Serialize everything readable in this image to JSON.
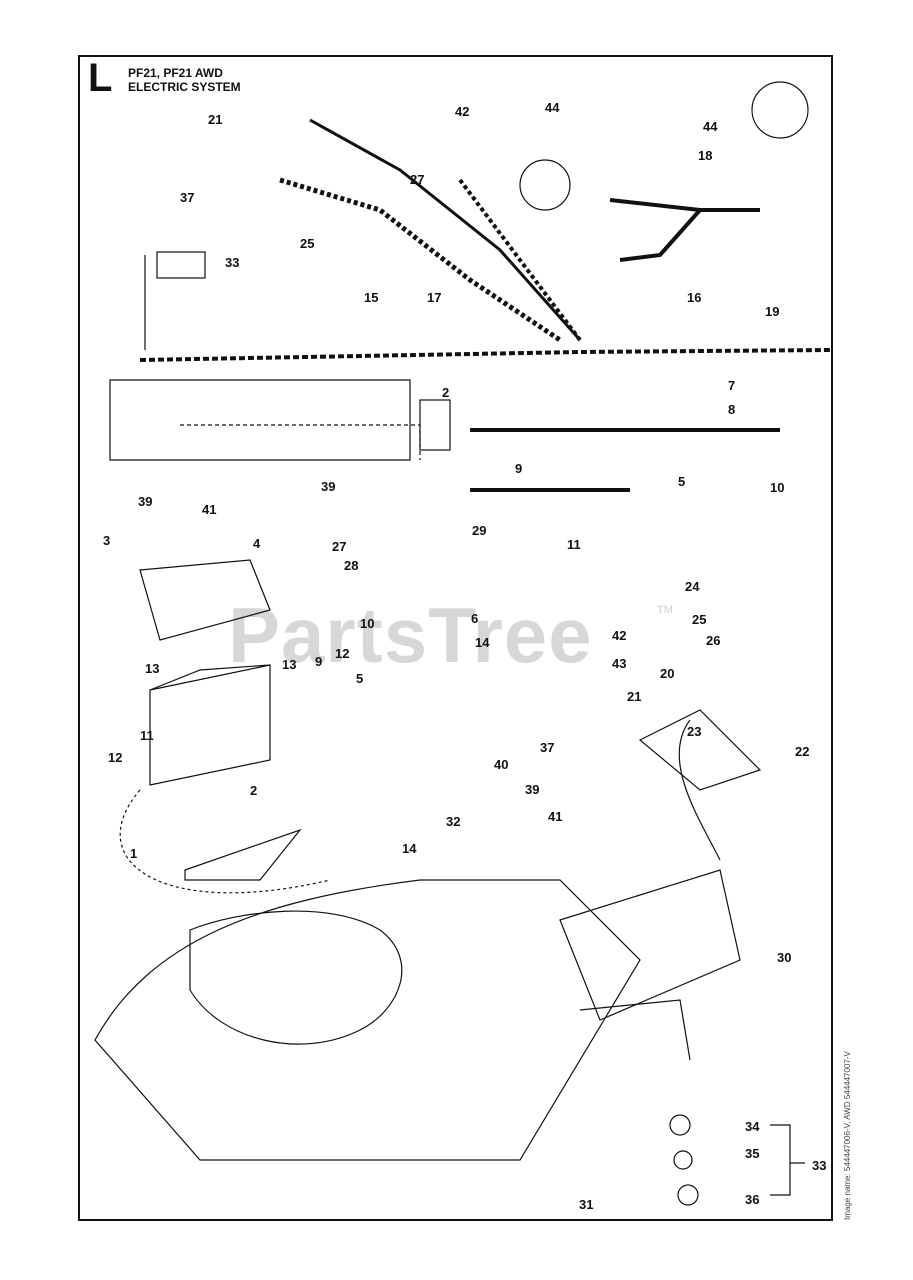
{
  "page": {
    "letter": "L",
    "title_line1": "PF21, PF21 AWD",
    "title_line2": "ELECTRIC SYSTEM",
    "watermark": "PartsTree",
    "trademark": "TM",
    "image_name": "Image name: 544447006-V, AWD 544447007-V"
  },
  "callouts": [
    "21",
    "42",
    "44",
    "44",
    "27",
    "18",
    "25",
    "37",
    "33",
    "17",
    "19",
    "15",
    "16",
    "2",
    "7",
    "8",
    "9",
    "5",
    "10",
    "39",
    "41",
    "39",
    "11",
    "3",
    "4",
    "27",
    "29",
    "28",
    "24",
    "25",
    "26",
    "6",
    "14",
    "42",
    "10",
    "13",
    "13",
    "9",
    "12",
    "5",
    "43",
    "20",
    "21",
    "23",
    "22",
    "11",
    "12",
    "2",
    "37",
    "40",
    "39",
    "1",
    "32",
    "14",
    "41",
    "30",
    "34",
    "35",
    "33",
    "31",
    "36"
  ]
}
